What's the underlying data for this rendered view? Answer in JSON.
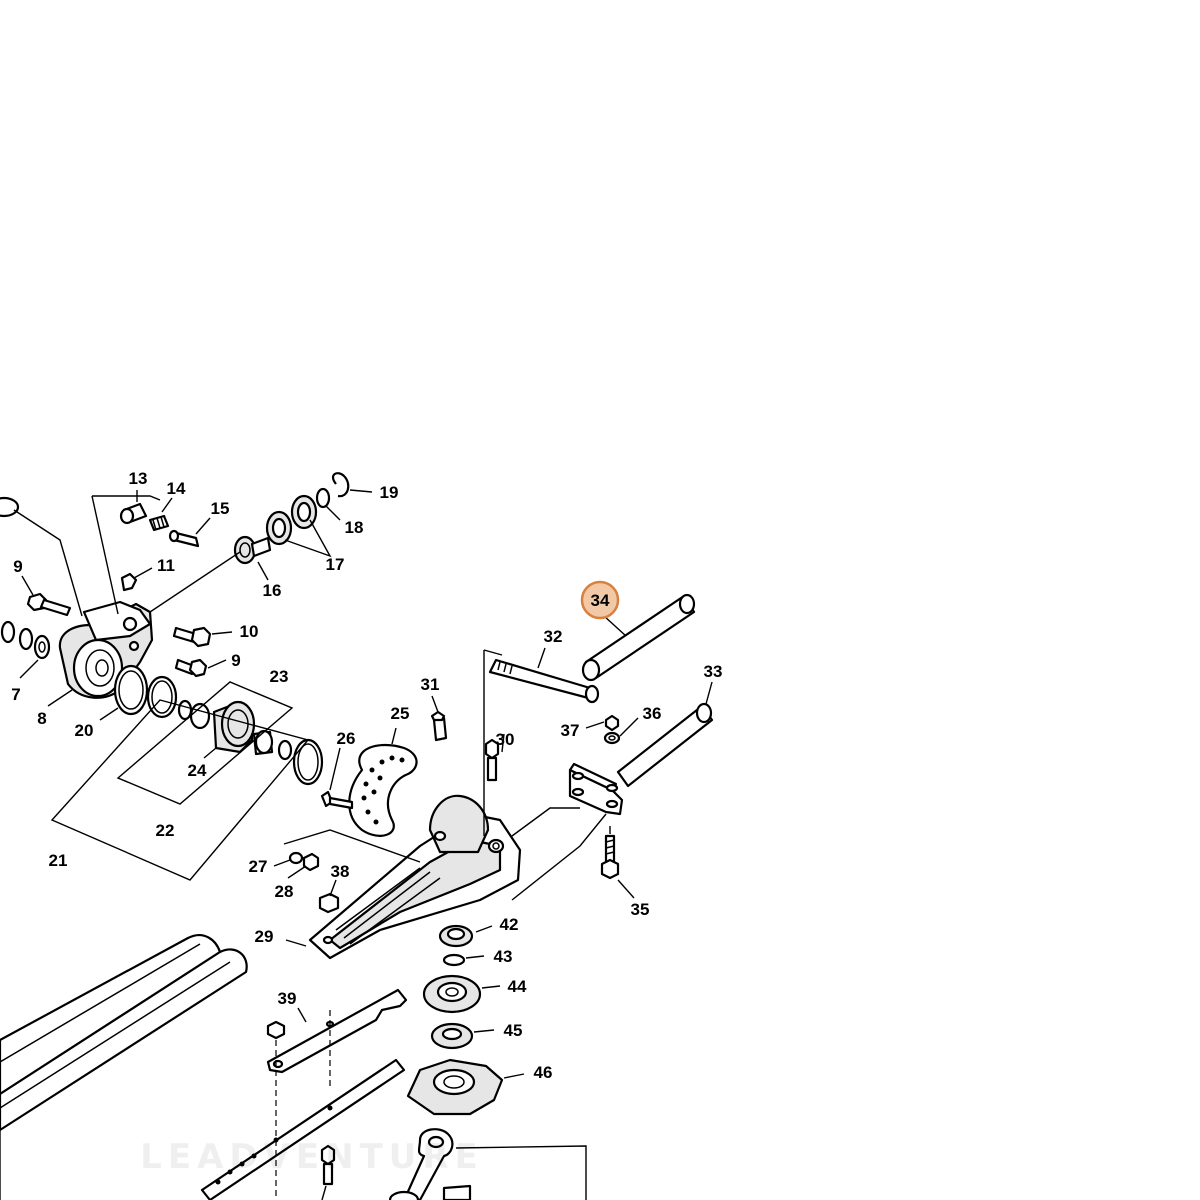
{
  "watermark": "LEADVENTURE",
  "highlight": {
    "label": "34",
    "fill": "#f1c9a7",
    "stroke": "#d9803f"
  },
  "labels": {
    "l7": "7",
    "l8": "8",
    "l9a": "9",
    "l9b": "9",
    "l10": "10",
    "l11": "11",
    "l13": "13",
    "l14": "14",
    "l15": "15",
    "l16": "16",
    "l17": "17",
    "l18": "18",
    "l19": "19",
    "l20": "20",
    "l21": "21",
    "l22": "22",
    "l23": "23",
    "l24": "24",
    "l25": "25",
    "l26": "26",
    "l27": "27",
    "l28": "28",
    "l29": "29",
    "l30": "30",
    "l31": "31",
    "l32": "32",
    "l33": "33",
    "l35": "35",
    "l36": "36",
    "l37": "37",
    "l38": "38",
    "l39": "39",
    "l42": "42",
    "l43": "43",
    "l44": "44",
    "l45": "45",
    "l46": "46"
  }
}
